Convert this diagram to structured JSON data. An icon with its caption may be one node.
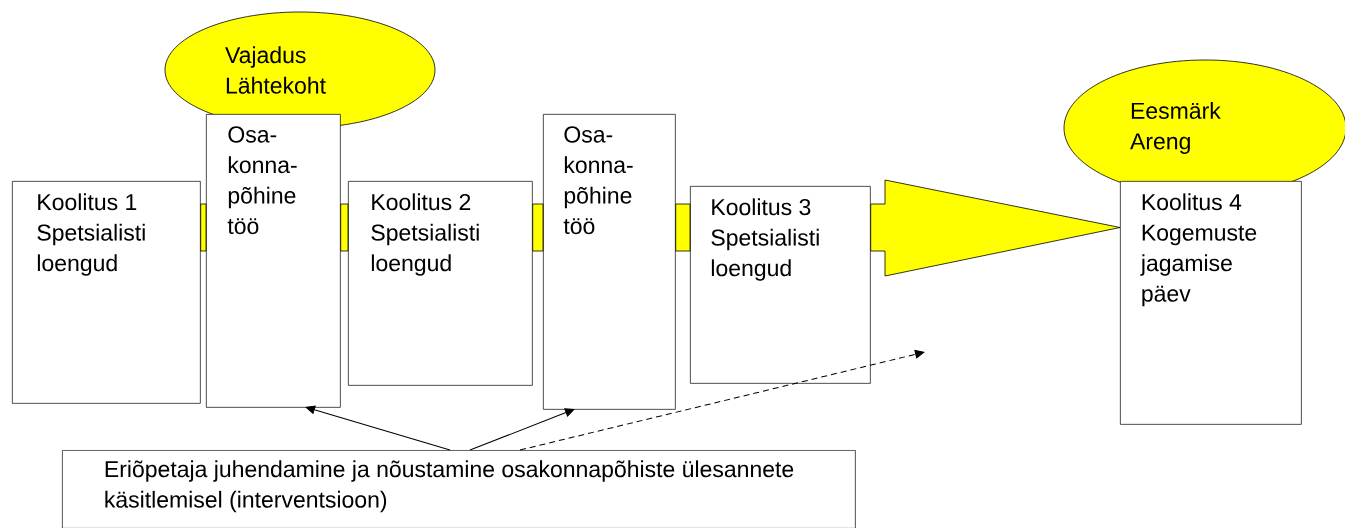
{
  "diagram": {
    "nodes": [
      {
        "text": [
          "Vajadus Lähtekoht"
        ]
      },
      {
        "text": [
          "Koolitus 1 Spetsialisti loengud"
        ]
      },
      {
        "text": [
          "Osa-konna-põhine töö"
        ]
      },
      {
        "text": [
          "Koolitus 2 Spetsialisti loengud"
        ]
      },
      {
        "text": [
          "Osa-konna-põhine töö"
        ]
      },
      {
        "text": [
          "Koolitus 3 Spetsialisti loengud"
        ]
      },
      {
        "text": [
          "Eesmärk Areng"
        ]
      },
      {
        "text": [
          "Koolitus 4 Kogemuste jagamise päev"
        ]
      },
      {
        "text": [
          "Eriõpetaja juhendamine ja nõustamine osakonnapõhiste ülesannete käsitlemisel (interventsioon)"
        ]
      }
    ],
    "edges": [
      {
        "from": 8,
        "to": 2,
        "arrow": "to"
      },
      {
        "from": 8,
        "to": 4,
        "arrow": "to"
      },
      {
        "from": 8,
        "to": null,
        "arrow": "to",
        "style": "dashed"
      },
      {
        "from": 5,
        "to": 7,
        "arrow": "to",
        "style": "thick",
        "color": "#ffff00"
      }
    ]
  }
}
